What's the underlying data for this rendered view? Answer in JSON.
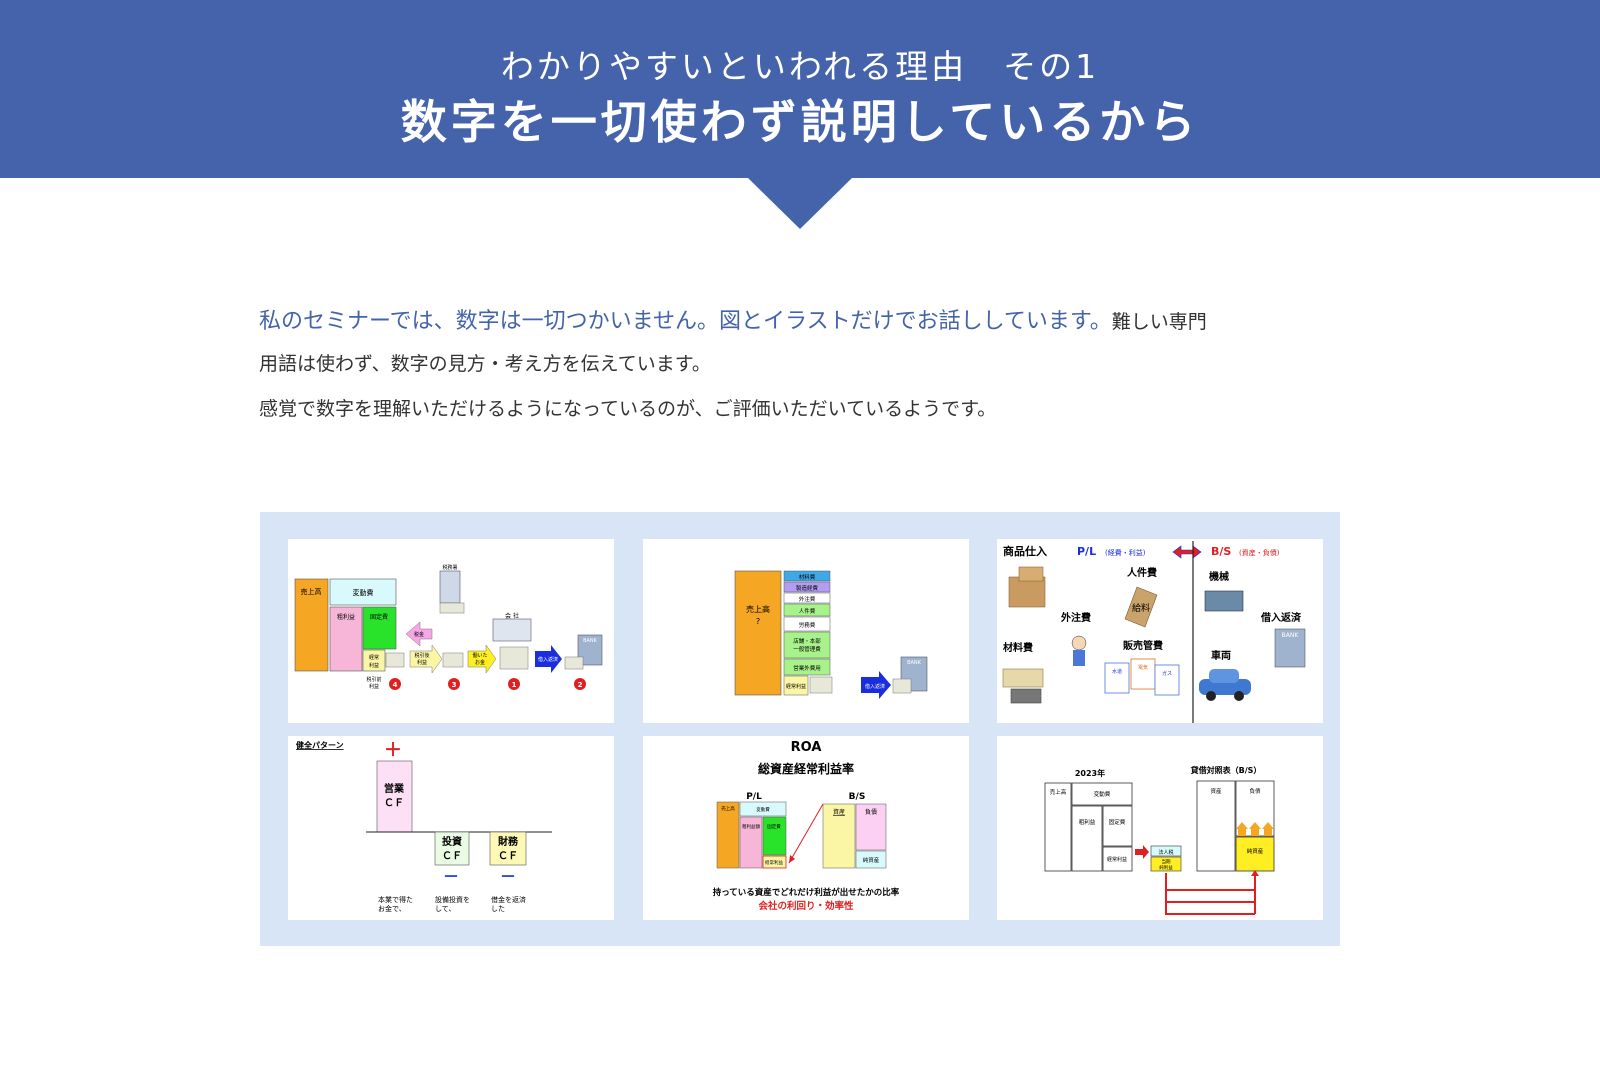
{
  "header": {
    "subtitle": "わかりやすいといわれる理由　その1",
    "title": "数字を一切使わず説明しているから"
  },
  "intro": {
    "line1_highlight": "私のセミナーでは、数字は一切つかいません。図とイラストだけでお話ししています。",
    "line1_plain": "難しい専門",
    "line2": "用語は使わず、数字の見方・考え方を伝えています。",
    "line3": "感覚で数字を理解いただけるようになっているのが、ご評価いただいているようです。"
  },
  "slides": {
    "s1": {
      "uriage": "売上高",
      "hendohi": "変動費",
      "arari": "粗利益",
      "koteihi": "固定費",
      "keijo1": "経常",
      "keijo2": "利益",
      "zeimae": "税引前",
      "zeimae2": "利益",
      "zeibiki": "税引後",
      "zeibiki2": "利益",
      "hataraita": "働いた",
      "okane": "お金",
      "zeikin": "税金",
      "kaisha": "会 社",
      "zeimusho": "税務署",
      "hensai": "借入返済",
      "bank": "BANK",
      "n1": "1",
      "n2": "2",
      "n3": "3",
      "n4": "4"
    },
    "s2": {
      "uriage1": "売上高",
      "uriage2": "?",
      "items": [
        "材料費",
        "製造経費",
        "外注費",
        "人件費",
        "労務費"
      ],
      "tenpo1": "店舗・本部",
      "tenpo2": "一般管理費",
      "eigyogai": "営業外費用",
      "keijo": "経常利益",
      "hensai": "借入返済",
      "bank": "BANK"
    },
    "s3": {
      "shohin": "商品仕入",
      "pl": "P/L",
      "pl_sub": "(経費・利益)",
      "bs": "B/S",
      "bs_sub": "(資産・負債)",
      "jinken": "人件費",
      "kyuryo": "給料",
      "gaichu": "外注費",
      "zairyo": "材料費",
      "hankan": "販売管費",
      "kikai": "機械",
      "hensai": "借入返済",
      "sharyo": "車両",
      "bank": "BANK",
      "suido": "水道",
      "denki": "電気",
      "gasu": "ガス"
    },
    "s4": {
      "title": "健全パターン",
      "plus": "＋",
      "eigyo1": "営業",
      "eigyo2": "ＣＦ",
      "toshi1": "投資",
      "toshi2": "ＣＦ",
      "zaimu1": "財務",
      "zaimu2": "ＣＦ",
      "minus": "－",
      "cap1a": "本業で得た",
      "cap1b": "お金で、",
      "cap2a": "設備投資を",
      "cap2b": "して、",
      "cap3a": "借金を返済",
      "cap3b": "した"
    },
    "s5": {
      "title1": "ROA",
      "title2": "総資産経常利益率",
      "pl": "P/L",
      "bs": "B/S",
      "uriage": "売上高",
      "hendohi": "変動費",
      "arari": "粗利益額",
      "koteihi": "固定費",
      "keijo": "経常利益",
      "shisan": "資産",
      "fusai": "負債",
      "junshisan": "純資産",
      "caption1": "持っている資産でどれだけ利益が出せたかの比率",
      "caption2": "会社の利回り・効率性"
    },
    "s6": {
      "year": "2023年",
      "bs_title": "貸借対照表（B/S）",
      "uriage": "売上高",
      "hendohi": "変動費",
      "arari": "粗利益",
      "koteihi": "固定費",
      "keijo": "経常利益",
      "hojin": "法人税",
      "tozei": "当期",
      "tozei2": "純利益",
      "shisan": "資産",
      "fusai": "負債",
      "junshisan": "純資産"
    }
  },
  "colors": {
    "header_bg": "#4563ab",
    "highlight_text": "#4563ab",
    "gallery_bg": "#d8e5f6",
    "orange": "#f5a623",
    "pink": "#f7b6d8",
    "green": "#29e32b",
    "yellow": "#fbf6a6",
    "cyan": "#d8fafc",
    "red": "#e02020",
    "blue": "#1a2ee0"
  }
}
